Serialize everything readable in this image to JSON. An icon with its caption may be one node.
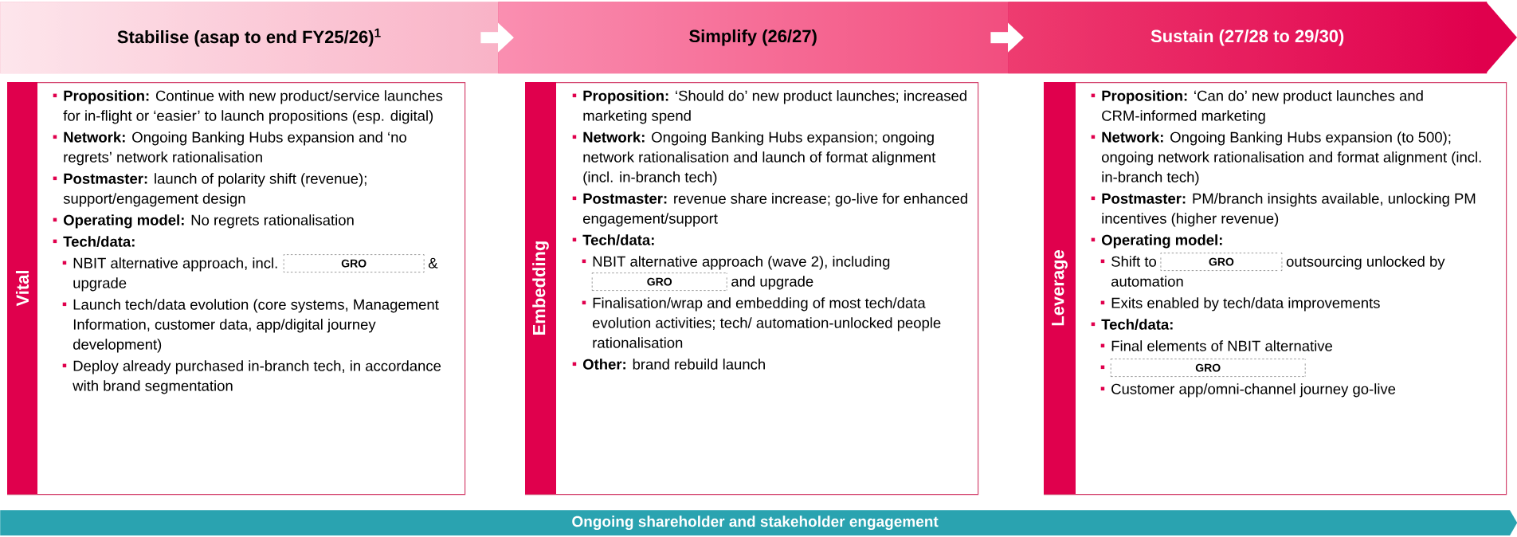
{
  "diagram": {
    "nodes": [
      {
        "text": [
          "Stabilise (asap to end FY25/26)$^{1}$"
        ]
      },
      {
        "text": [
          "Simplify (26/27)"
        ]
      },
      {
        "text": [
          "Sustain (27/28 to 29/30)"
        ]
      },
      {
        "text": [
          "Vital",
          "**Proposition:** Continue with new product/service launches for in-flight or ‘easier’ to launch propositions (esp. digital)",
          "**Network:** Ongoing Banking Hubs expansion and ‘no regrets’ network rationalisation",
          "**Postmaster:** launch of polarity shift (revenue); support/engagement design",
          "**Operating model:** No regrets rationalisation",
          "Tech/data:",
          "NBIT alternative approach, incl.",
          "GRO",
          "& upgrade",
          "Launch tech/data evolution (core systems, Management Information, customer data, app/digital journey development)",
          "Deploy already purchased in-branch tech, in accordance with brand segmentation"
        ]
      },
      {
        "text": [
          "Embedding",
          "**Proposition:** ‘Should do’ new product launches; increased marketing spend",
          "**Network:** Ongoing Banking Hubs expansion; ongoing network rationalisation and launch of format alignment (incl. in-branch tech)",
          "**Postmaster:** revenue share increase; go-live for enhanced engagement/support",
          "Tech/data:",
          "NBIT alternative approach (wave 2), including",
          "GRO",
          "and upgrade",
          "Finalisation/wrap and embedding of most tech/data evolution activities; tech/ automation-unlocked people rationalisation",
          "**Other:** brand rebuild launch"
        ]
      },
      {
        "text": [
          "Leverage",
          "**Proposition:** ‘Can do’ new product launches and CRM-informed marketing",
          "**Network:** Ongoing Banking Hubs expansion (to 500); ongoing network rationalisation and format alignment (incl. in-branch tech)",
          "**Postmaster:** PM/branch insights available, unlocking PM incentives (higher revenue)",
          "Operating model:",
          "Shift to",
          "GRO",
          "outsourcing unlocked by automation",
          "Exits enabled by tech/data improvements",
          "Tech/data:",
          "Final elements of NBIT alternative",
          "GRO",
          "Customer app/omni-channel journey go-live"
        ]
      },
      {
        "text": [
          "Ongoing shareholder and stakeholder engagement"
        ]
      }
    ],
    "edges": [
      {
        "from": 0,
        "to": 1,
        "arrow": "to"
      },
      {
        "from": 1,
        "to": 2,
        "arrow": "to"
      }
    ]
  }
}
